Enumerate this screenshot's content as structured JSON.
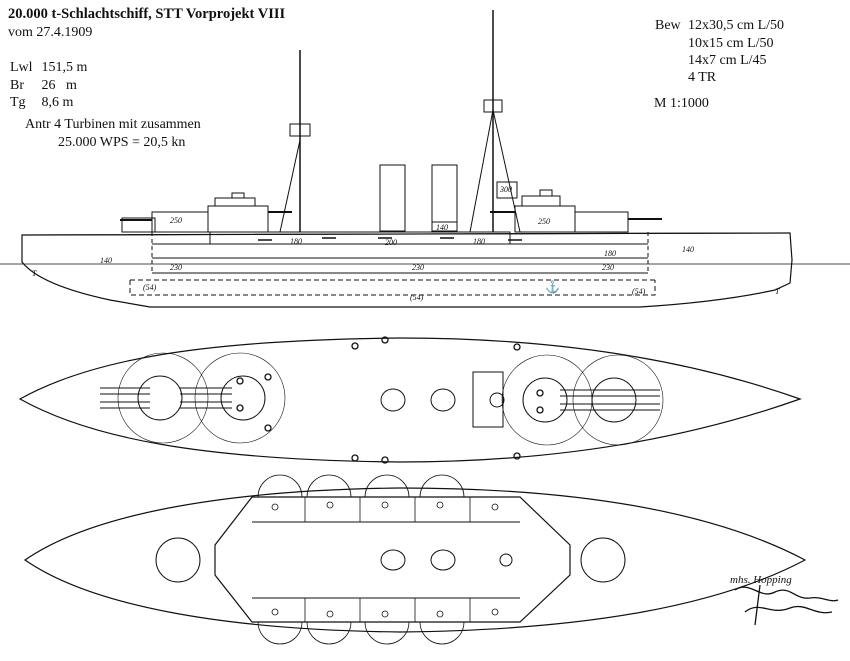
{
  "header": {
    "title": "20.000 t-Schlachtschiff, STT Vorprojekt VIII",
    "date": "vom 27.4.1909"
  },
  "dimensions": [
    {
      "key": "Lwl",
      "value": "151,5 m"
    },
    {
      "key": "Br",
      "value": "26   m"
    },
    {
      "key": "Tg",
      "value": "8,6 m"
    }
  ],
  "propulsion": {
    "line1": "Antr 4 Turbinen mit zusammen",
    "line2": "25.000 WPS = 20,5 kn"
  },
  "armament": {
    "label": "Bew",
    "items": [
      "12x30,5 cm L/50",
      "10x15 cm L/50",
      "14x7 cm L/45",
      "4 TR"
    ]
  },
  "scale": "M 1:1000",
  "armor_labels": {
    "a250_fore": "250",
    "a250_aft": "250",
    "a180_a": "180",
    "a200": "200",
    "a140_deck": "140",
    "a180_b": "180",
    "a180_c": "180",
    "a300": "300",
    "a140_bow": "140",
    "a140_stern": "140",
    "a230_a": "230",
    "a230_b": "230",
    "a230_c": "230",
    "a54_a": "(54)",
    "a54_b": "(54)",
    "a54_c": "(54)",
    "t_fore": "T",
    "t_aft": "T"
  },
  "signature": "mhs. Hopping"
}
